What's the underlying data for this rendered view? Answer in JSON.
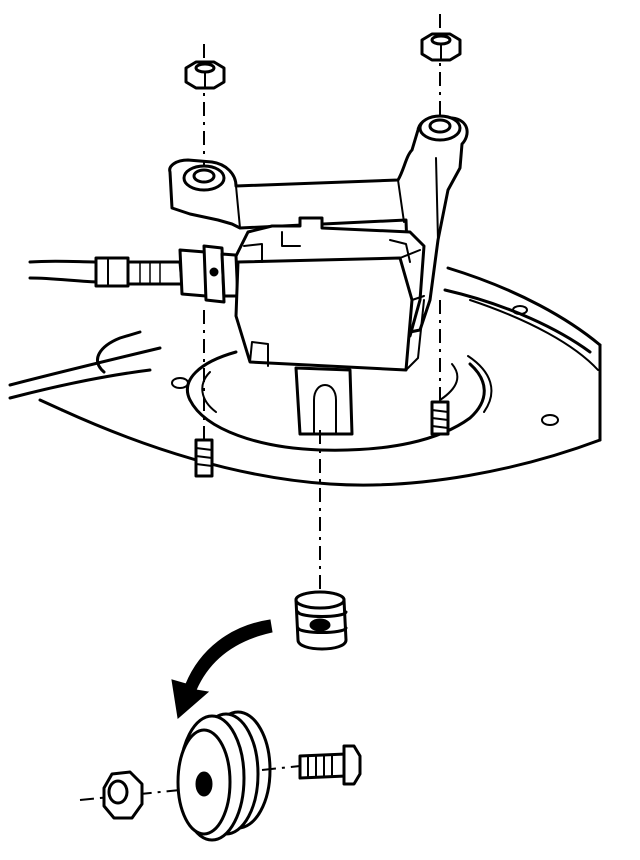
{
  "figure": {
    "kind": "exploded-assembly-line-drawing",
    "colors": {
      "line": "#000000",
      "background": "#ffffff"
    },
    "parts": [
      "nut-left",
      "nut-right",
      "control-module",
      "mounting-bracket",
      "cable-harness",
      "stud-left",
      "stud-right",
      "rubber-grommet-installed",
      "grommet-exploded",
      "grommet-nut",
      "grommet-bolt",
      "direction-arrow"
    ]
  }
}
